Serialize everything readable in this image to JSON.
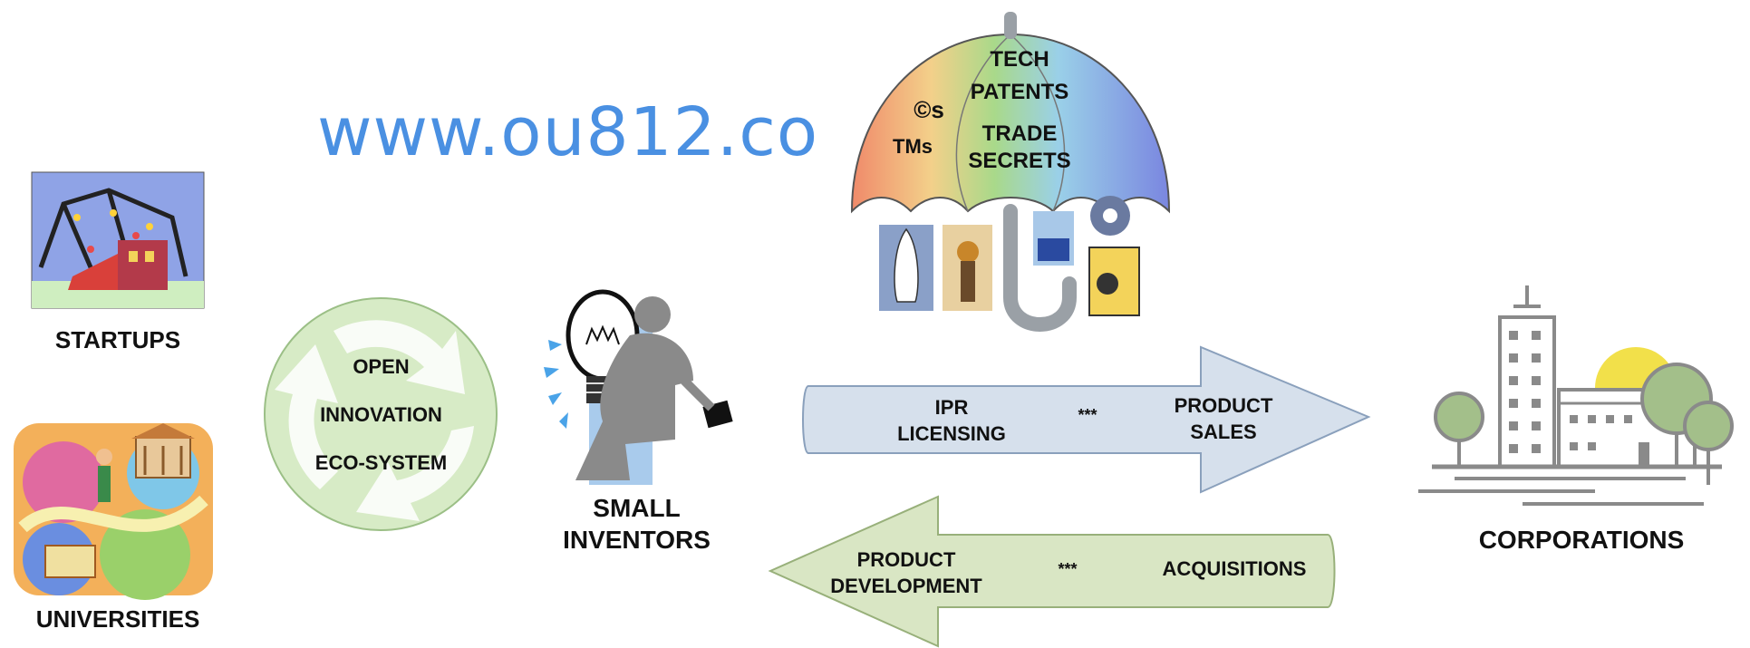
{
  "website": "www.ou812.co",
  "left_nodes": {
    "startups": "STARTUPS",
    "universities": "UNIVERSITIES"
  },
  "ecosystem": {
    "line1": "OPEN",
    "line2": "INNOVATION",
    "line3": "ECO-SYSTEM"
  },
  "inventors": {
    "line1": "SMALL",
    "line2": "INVENTORS"
  },
  "umbrella": {
    "tech": "TECH",
    "patents": "PATENTS",
    "copyrights": "©s",
    "trademarks": "TMs",
    "trade": "TRADE",
    "secrets": "SECRETS"
  },
  "arrow_right": {
    "left_line1": "IPR",
    "left_line2": "LICENSING",
    "separator": "***",
    "right_line1": "PRODUCT",
    "right_line2": "SALES"
  },
  "arrow_left": {
    "left_line1": "PRODUCT",
    "left_line2": "DEVELOPMENT",
    "separator": "***",
    "right_label": "ACQUISITIONS"
  },
  "corporations": "CORPORATIONS",
  "colors": {
    "website": "#4a90e2",
    "arrow_right_fill": "#d6e0ec",
    "arrow_left_fill": "#d9e6c4",
    "ecosystem_fill": "#d7ebc6"
  }
}
